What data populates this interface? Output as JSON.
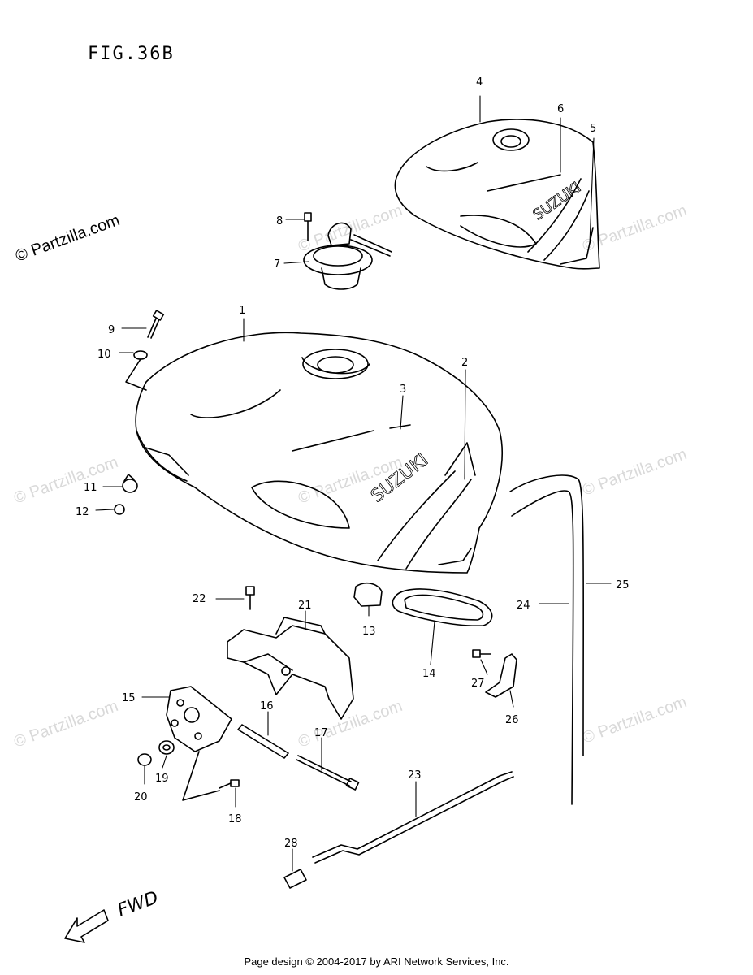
{
  "figure": {
    "title": "FIG.36B"
  },
  "watermark": {
    "main": "© Partzilla.com",
    "faint": "© Partzilla.com"
  },
  "parts": [
    {
      "ref": "1"
    },
    {
      "ref": "2"
    },
    {
      "ref": "3"
    },
    {
      "ref": "4"
    },
    {
      "ref": "5"
    },
    {
      "ref": "6"
    },
    {
      "ref": "7"
    },
    {
      "ref": "8"
    },
    {
      "ref": "9"
    },
    {
      "ref": "10"
    },
    {
      "ref": "11"
    },
    {
      "ref": "12"
    },
    {
      "ref": "13"
    },
    {
      "ref": "14"
    },
    {
      "ref": "15"
    },
    {
      "ref": "16"
    },
    {
      "ref": "17"
    },
    {
      "ref": "18"
    },
    {
      "ref": "19"
    },
    {
      "ref": "20"
    },
    {
      "ref": "21"
    },
    {
      "ref": "22"
    },
    {
      "ref": "23"
    },
    {
      "ref": "24"
    },
    {
      "ref": "25"
    },
    {
      "ref": "26"
    },
    {
      "ref": "27"
    },
    {
      "ref": "28"
    }
  ],
  "tank_logo": "SUZUKI",
  "direction": "FWD",
  "footer": "Page design © 2004-2017 by ARI Network Services, Inc."
}
